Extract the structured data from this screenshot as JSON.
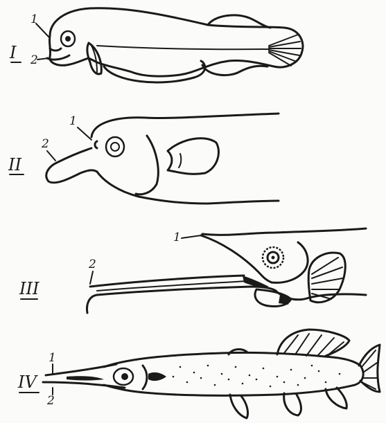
{
  "stages": [
    {
      "numeral": "I",
      "label_upper": "1",
      "label_lower": "2"
    },
    {
      "numeral": "II",
      "label_upper": "1",
      "label_lower": "2"
    },
    {
      "numeral": "III",
      "label_upper": "1",
      "label_lower": "2"
    },
    {
      "numeral": "IV",
      "label_upper": "1",
      "label_lower": "2"
    }
  ],
  "colors": {
    "ink": "#1a1a1a",
    "paper": "#fbfbf9"
  }
}
